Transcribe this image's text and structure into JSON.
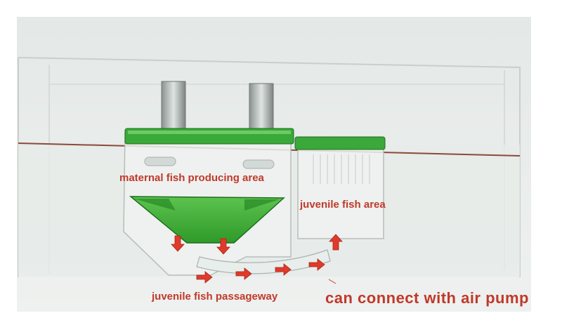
{
  "labels": {
    "maternal_area": "maternal fish producing area",
    "juvenile_area": "juvenile fish area",
    "passageway": "juvenile fish passageway",
    "air_pump": "can connect with air pump"
  },
  "colors": {
    "label_red": "#c0392b",
    "arrow_red": "#e03a2a",
    "divider_green": "#2fae2f",
    "water_line": "#8a4a3a"
  }
}
